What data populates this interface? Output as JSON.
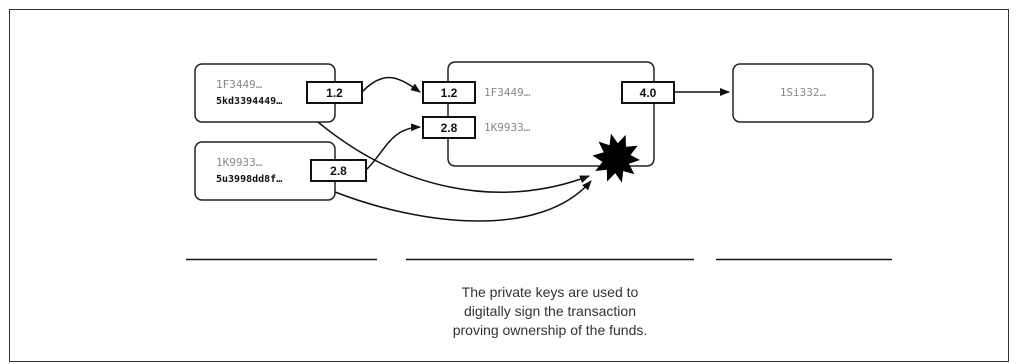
{
  "inputs": [
    {
      "address": "1F3449…",
      "key": "5kd3394449…",
      "amount": "1.2"
    },
    {
      "address": "1K9933…",
      "key": "5u3998dd8f…",
      "amount": "2.8"
    }
  ],
  "transaction": {
    "inputs": [
      {
        "amount": "1.2",
        "address": "1F3449…"
      },
      {
        "amount": "2.8",
        "address": "1K9933…"
      }
    ],
    "output": {
      "amount": "4.0"
    }
  },
  "output_address": "1Si332…",
  "caption": {
    "line1": "The private keys are used to",
    "line2": "digitally sign the transaction",
    "line3": "proving ownership of the funds."
  }
}
